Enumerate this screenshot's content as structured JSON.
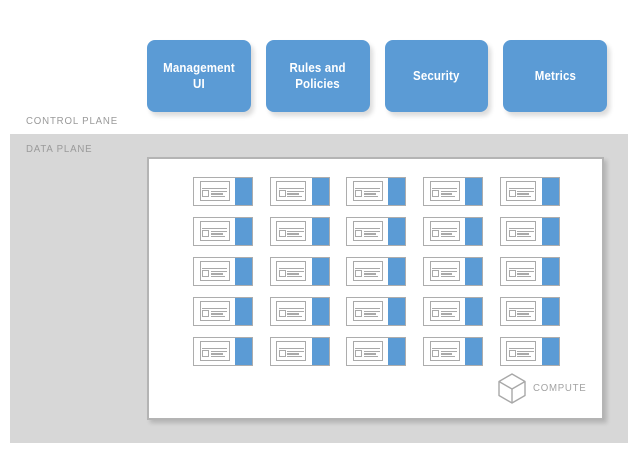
{
  "diagram": {
    "background_color": "#ffffff",
    "accent_color": "#5b9bd5",
    "label_color": "#9a9a9a"
  },
  "planes": {
    "control": {
      "label": "CONTROL PLANE",
      "boxes": [
        {
          "label": "Management\nUI",
          "line1": "Management",
          "line2": "UI"
        },
        {
          "label": "Rules and\nPolicies",
          "line1": "Rules and",
          "line2": "Policies"
        },
        {
          "label": "Security",
          "line1": "Security",
          "line2": ""
        },
        {
          "label": "Metrics",
          "line1": "Metrics",
          "line2": ""
        }
      ]
    },
    "data": {
      "label": "DATA PLANE",
      "band_color": "#d7d7d7",
      "panel": {
        "border_color": "#b4b4b4",
        "grid": {
          "rows": 5,
          "columns": 5,
          "total_nodes": 25,
          "node_icon": "window-icon",
          "node_accent_color": "#5b9bd5"
        },
        "legend": {
          "icon": "cube-icon",
          "label": "COMPUTE"
        }
      }
    }
  }
}
